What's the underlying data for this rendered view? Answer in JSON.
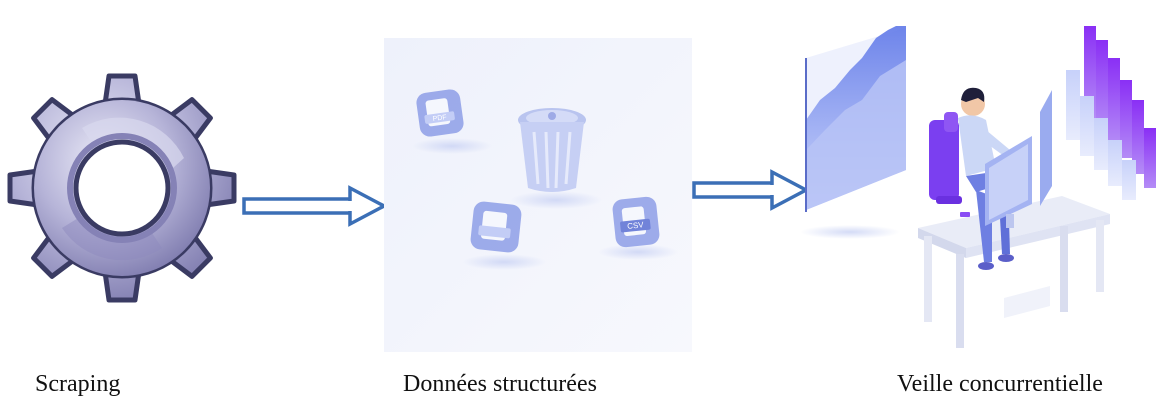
{
  "steps": [
    {
      "label": "Scraping",
      "icon": "gear-icon"
    },
    {
      "label": "Données structurées",
      "icon": "structured-files-illustration"
    },
    {
      "label": "Veille concurrentielle",
      "icon": "analyst-dashboard-illustration"
    }
  ],
  "file_badges": [
    "PDF",
    "CSV"
  ],
  "arrows": [
    {
      "from": "Scraping",
      "to": "Données structurées"
    },
    {
      "from": "Données structurées",
      "to": "Veille concurrentielle"
    }
  ],
  "colors": {
    "arrow": "#3b6fb6",
    "gear_fill": "#a8a6cf",
    "gear_stroke": "#3a3b63",
    "panel_bg": "#f2f4fc",
    "icon_blue": "#8d9de6",
    "chart_violet": "#7b2ff0",
    "chart_blue": "#7f95f2"
  }
}
